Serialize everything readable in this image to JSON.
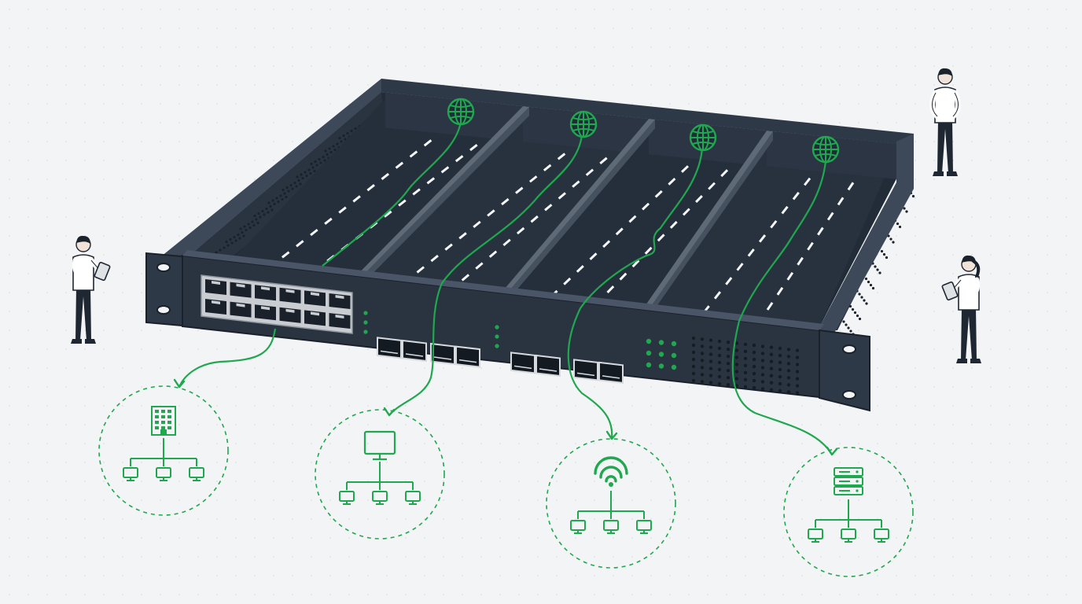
{
  "colors": {
    "background": "#f3f4f5",
    "grid_dot": "#d9dcde",
    "chassis_dark": "#222b38",
    "chassis_mid": "#2e3947",
    "chassis_light": "#3d4959",
    "divider": "#5f6a77",
    "port_face": "#1a212b",
    "port_silver": "#c9cdd2",
    "accent_green": "#1fa84f",
    "lane_mark": "#f4f6f8",
    "person_shirt": "#ffffff",
    "person_pants": "#1f2733",
    "person_skin": "#f0e2d6",
    "person_hair": "#1b222c"
  },
  "router": {
    "internet_links": [
      {
        "icon": "globe-icon"
      },
      {
        "icon": "globe-icon"
      },
      {
        "icon": "globe-icon"
      },
      {
        "icon": "globe-icon"
      }
    ],
    "rj45_ports": 12,
    "sfp_pairs": 4,
    "status_leds": 9
  },
  "networks": [
    {
      "icon": "building-icon",
      "endpoints": 3
    },
    {
      "icon": "monitor-icon",
      "endpoints": 3
    },
    {
      "icon": "wifi-icon",
      "endpoints": 3
    },
    {
      "icon": "server-icon",
      "endpoints": 3
    }
  ],
  "people": [
    {
      "pose": "standing-with-tablet"
    },
    {
      "pose": "standing-hands-on-hips"
    },
    {
      "pose": "standing-with-tablet"
    }
  ]
}
